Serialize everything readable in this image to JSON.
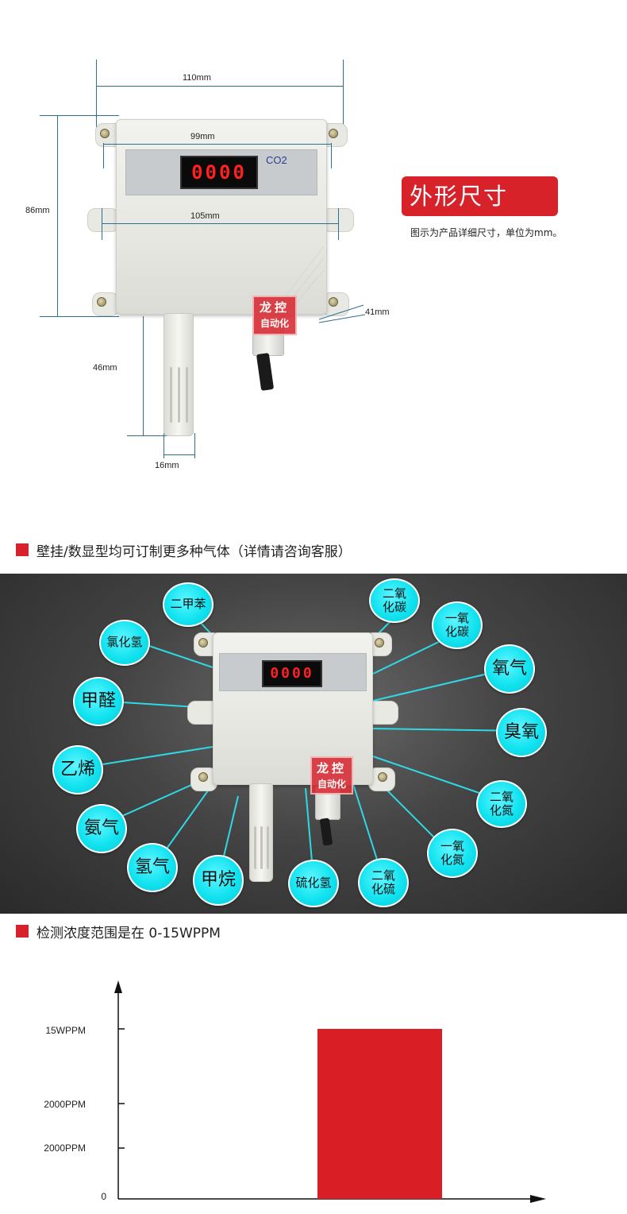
{
  "dimensions": {
    "width_outer": "110mm",
    "width_inner": "99mm",
    "width_mount": "105mm",
    "height": "86mm",
    "depth": "41mm",
    "probe_length": "46mm",
    "probe_width": "16mm"
  },
  "device": {
    "display_value": "0000",
    "display_label": "CO2",
    "brand_line1": "龙控",
    "brand_line2": "自动化"
  },
  "section1": {
    "title": "外形尺寸",
    "description": "图示为产品详细尺寸，单位为mm。"
  },
  "section2": {
    "heading": "壁挂/数显型均可订制更多种气体（详情请咨询客服）",
    "display_value": "0000",
    "brand_line1": "龙控",
    "brand_line2": "自动化",
    "gases": [
      {
        "lines": [
          "二甲苯"
        ]
      },
      {
        "lines": [
          "二氧",
          "化碳"
        ]
      },
      {
        "lines": [
          "一氧",
          "化碳"
        ]
      },
      {
        "lines": [
          "氯化氢"
        ]
      },
      {
        "lines": [
          "氧气"
        ]
      },
      {
        "lines": [
          "甲醛"
        ]
      },
      {
        "lines": [
          "臭氧"
        ]
      },
      {
        "lines": [
          "乙烯"
        ]
      },
      {
        "lines": [
          "二氧",
          "化氮"
        ]
      },
      {
        "lines": [
          "氨气"
        ]
      },
      {
        "lines": [
          "一氧",
          "化氮"
        ]
      },
      {
        "lines": [
          "氢气"
        ]
      },
      {
        "lines": [
          "甲烷"
        ]
      },
      {
        "lines": [
          "硫化氢"
        ]
      },
      {
        "lines": [
          "二氧",
          "化硫"
        ]
      }
    ]
  },
  "section3": {
    "heading": "检测浓度范围是在 0-15WPPM"
  },
  "chart_data": {
    "type": "bar",
    "categories": [
      ""
    ],
    "values": [
      15
    ],
    "y_tick_labels": [
      "15WPPM",
      "2000PPM",
      "2000PPM",
      "0"
    ],
    "bar_color": "#d91e25",
    "title": "",
    "xlabel": "",
    "ylabel": ""
  }
}
